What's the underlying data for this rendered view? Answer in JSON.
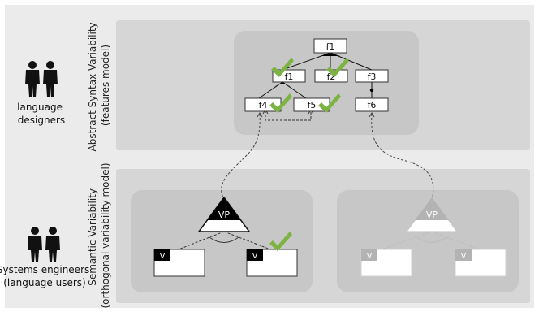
{
  "actors": {
    "top_label": [
      "language",
      "designers"
    ],
    "bottom_label": [
      "Systems engineers",
      "(language users)"
    ]
  },
  "panels": {
    "top_title": [
      "Abstract Syntax Variability",
      "(features model)"
    ],
    "bottom_title": [
      "Semantic Variability",
      "(orthogonal variability model)"
    ]
  },
  "features": {
    "root": "f1",
    "children": [
      "f1",
      "f2",
      "f3"
    ],
    "grandchildren": [
      "f4",
      "f5",
      "f6"
    ]
  },
  "variation": {
    "vp_label": "VP",
    "v_label": "V"
  },
  "colors": {
    "outer_bg": "#ebebeb",
    "panel_bg": "#d6d6d6",
    "group_bg": "#c7c7c7",
    "checkmark": "#7cb342",
    "faded": "#b3b3b3",
    "black": "#000000"
  }
}
